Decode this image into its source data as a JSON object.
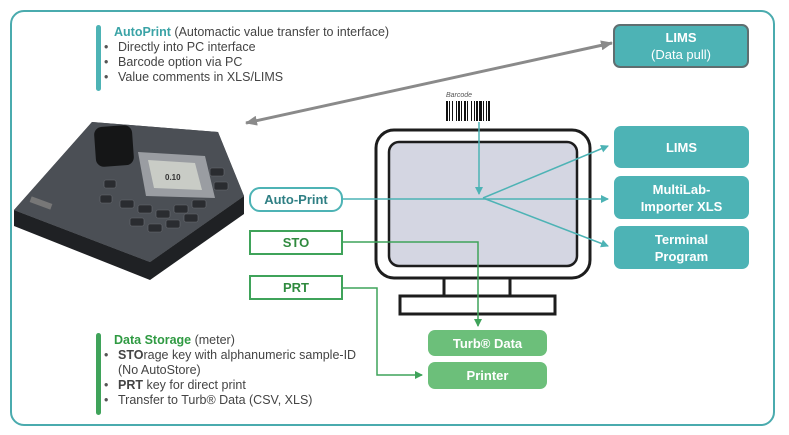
{
  "autoprint": {
    "title": "AutoPrint",
    "subtitle": " (Automactic value transfer to interface)",
    "bullets": [
      "Directly into PC interface",
      "Barcode option via PC",
      "Value comments in XLS/LIMS"
    ]
  },
  "data_storage": {
    "title": "Data Storage",
    "subtitle": " (meter)",
    "bullet1_key": "STO",
    "bullet1_rest": "rage key with alphanumeric sample-ID (No AutoStore)",
    "bullet2_key": "PRT",
    "bullet2_rest": " key for direct print",
    "bullet3": "Transfer to Turb® Data (CSV, XLS)"
  },
  "lims_pull": {
    "line1": "LIMS",
    "line2": "(Data pull)"
  },
  "targets": {
    "lims": "LIMS",
    "multilab_line1": "MultiLab-",
    "multilab_line2": "Importer XLS",
    "terminal_line1": "Terminal",
    "terminal_line2": "Program"
  },
  "keys": {
    "autoprint": "Auto-Print",
    "sto": "STO",
    "prt": "PRT"
  },
  "outputs": {
    "turb_data": "Turb® Data",
    "printer": "Printer"
  },
  "barcode_label": "Barcode",
  "meter_display": "0.10",
  "colors": {
    "teal": "#4db3b5",
    "green": "#3fa35a",
    "green_fill": "#6cbf7a",
    "frame": "#4aabae"
  }
}
